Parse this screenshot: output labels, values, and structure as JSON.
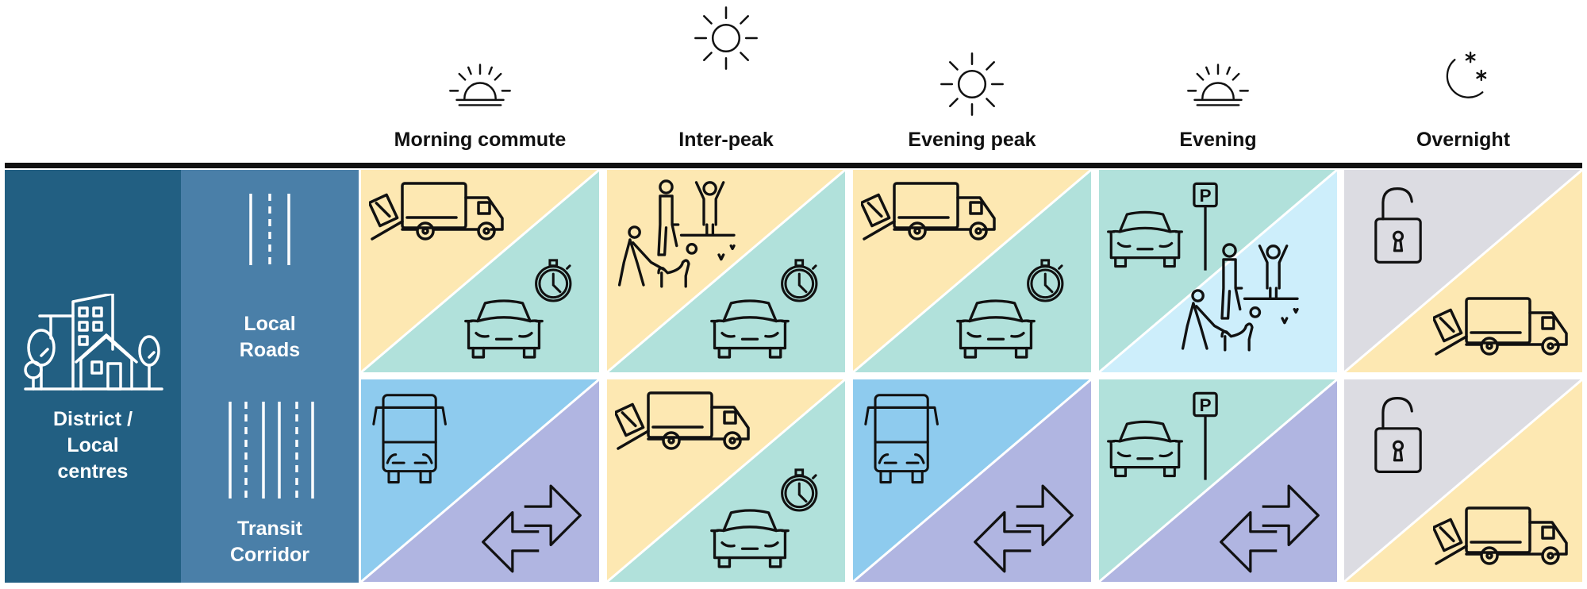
{
  "header": {
    "periods": [
      {
        "label": "Morning commute",
        "icon": "sunrise"
      },
      {
        "label": "Inter-peak",
        "icon": "sun"
      },
      {
        "label": "Evening peak",
        "icon": "sun"
      },
      {
        "label": "Evening",
        "icon": "sunrise"
      },
      {
        "label": "Overnight",
        "icon": "moon"
      }
    ]
  },
  "sidebar": {
    "area_label_line1": "District /",
    "area_label_line2": "Local",
    "area_label_line3": "centres",
    "rows": [
      {
        "line1": "Local",
        "line2": "Roads"
      },
      {
        "line1": "Transit",
        "line2": "Corridor"
      }
    ]
  },
  "colors": {
    "yellow": "#fde8b2",
    "teal": "#b1e1db",
    "blue": "#8ecbee",
    "lavender": "#b0b5e1",
    "gray": "#dcdce2",
    "cyan": "#cdeefb"
  },
  "cells": [
    [
      {
        "a": "yellow",
        "b": "teal",
        "tl": [
          "truck"
        ],
        "br": [
          "car",
          "stopwatch"
        ]
      },
      {
        "a": "yellow",
        "b": "teal",
        "tl": [
          "people"
        ],
        "br": [
          "car",
          "stopwatch"
        ]
      },
      {
        "a": "yellow",
        "b": "teal",
        "tl": [
          "truck"
        ],
        "br": [
          "car",
          "stopwatch"
        ]
      },
      {
        "a": "teal",
        "b": "cyan",
        "tl": [
          "car",
          "parking"
        ],
        "br": [
          "people"
        ]
      },
      {
        "a": "gray",
        "b": "yellow",
        "tl": [
          "lock"
        ],
        "br": [
          "truck"
        ]
      }
    ],
    [
      {
        "a": "blue",
        "b": "lavender",
        "tl": [
          "bus"
        ],
        "br": [
          "arrows"
        ]
      },
      {
        "a": "yellow",
        "b": "teal",
        "tl": [
          "truck"
        ],
        "br": [
          "car",
          "stopwatch"
        ]
      },
      {
        "a": "blue",
        "b": "lavender",
        "tl": [
          "bus"
        ],
        "br": [
          "arrows"
        ]
      },
      {
        "a": "teal",
        "b": "lavender",
        "tl": [
          "car",
          "parking"
        ],
        "br": [
          "arrows"
        ]
      },
      {
        "a": "gray",
        "b": "yellow",
        "tl": [
          "lock"
        ],
        "br": [
          "truck"
        ]
      }
    ]
  ]
}
